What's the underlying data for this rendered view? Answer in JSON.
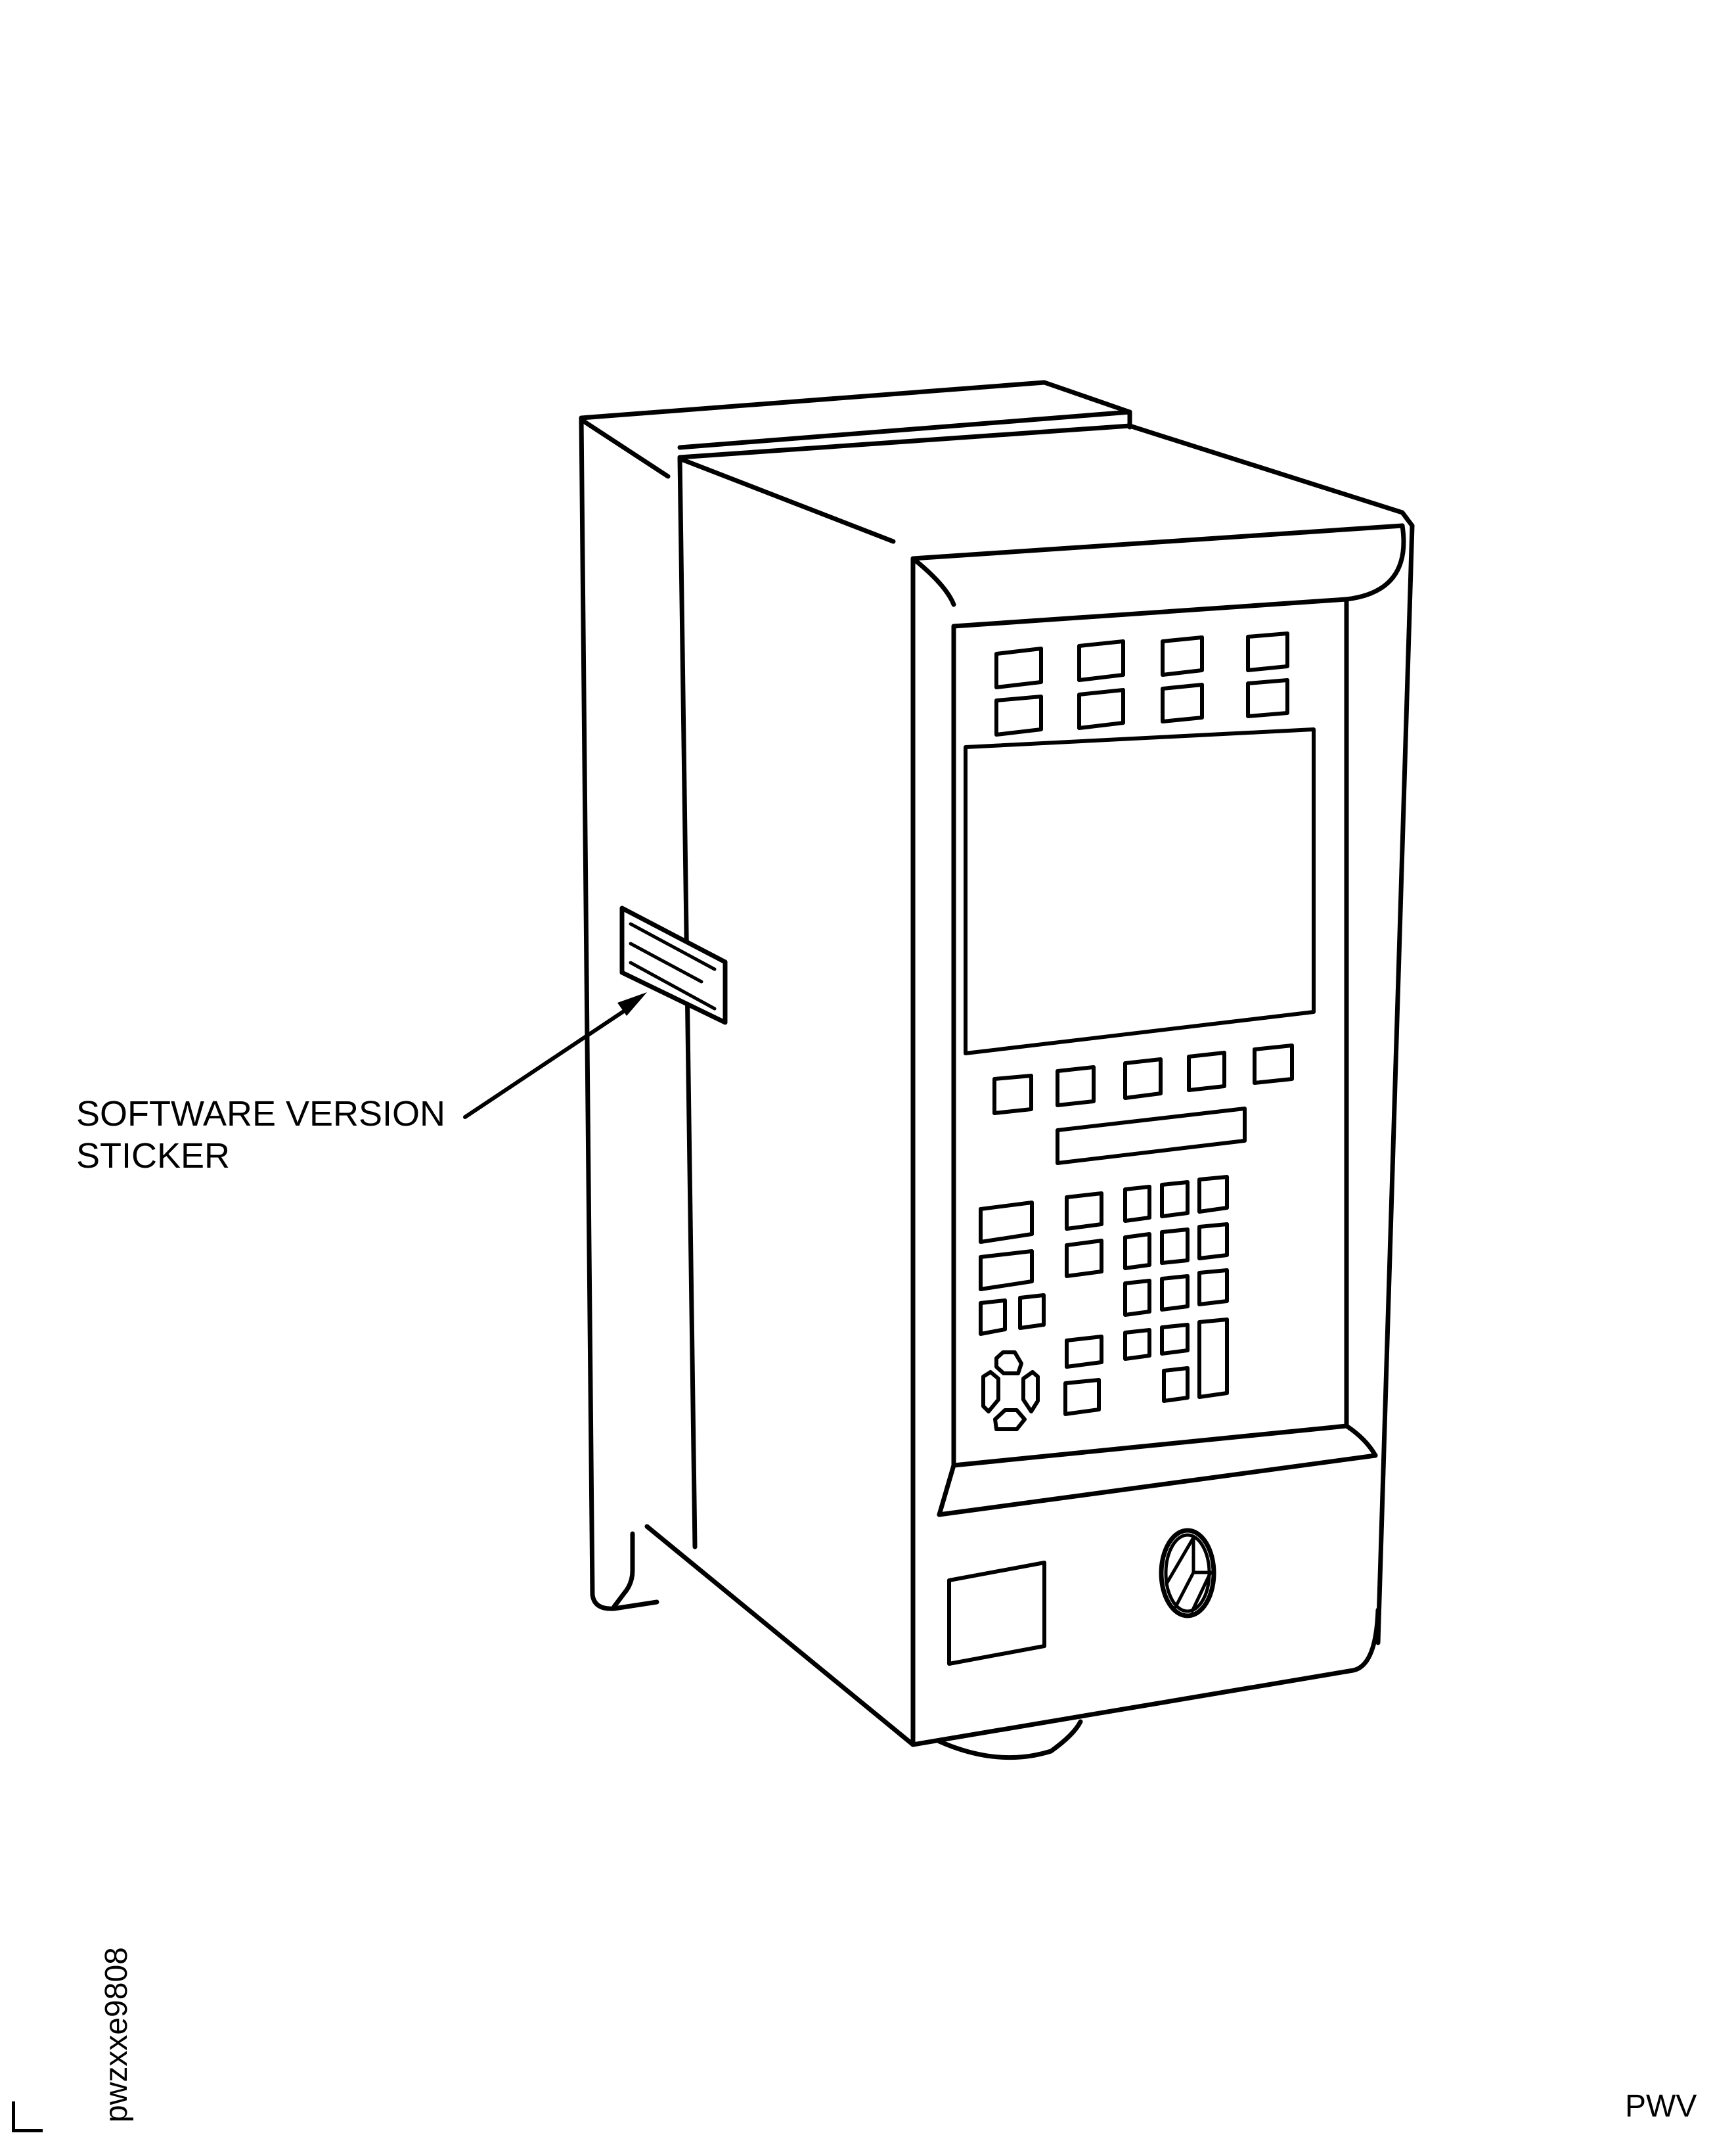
{
  "figure": {
    "subject": "control-unit-enclosure",
    "callouts": [
      {
        "id": "software-version-sticker",
        "lines": [
          "SOFTWARE VERSION",
          "STICKER"
        ],
        "target": "sticker on left side panel"
      }
    ],
    "figure_id": "pwzxxe9808",
    "corner_code": "PWV",
    "line_color": "#000000",
    "background": "#ffffff",
    "panel": {
      "top_keys": {
        "rows": 2,
        "cols": 4
      },
      "display": 1,
      "softkeys_below_display": 5,
      "slot": 1,
      "left_keys": {
        "wide": 2,
        "small": 2
      },
      "middle_keys": 4,
      "numeric_keypad": {
        "rows": 4,
        "cols": 3,
        "tall_key": 1
      },
      "direction_pad": 4,
      "lower_window": 1,
      "lock": 1
    }
  }
}
